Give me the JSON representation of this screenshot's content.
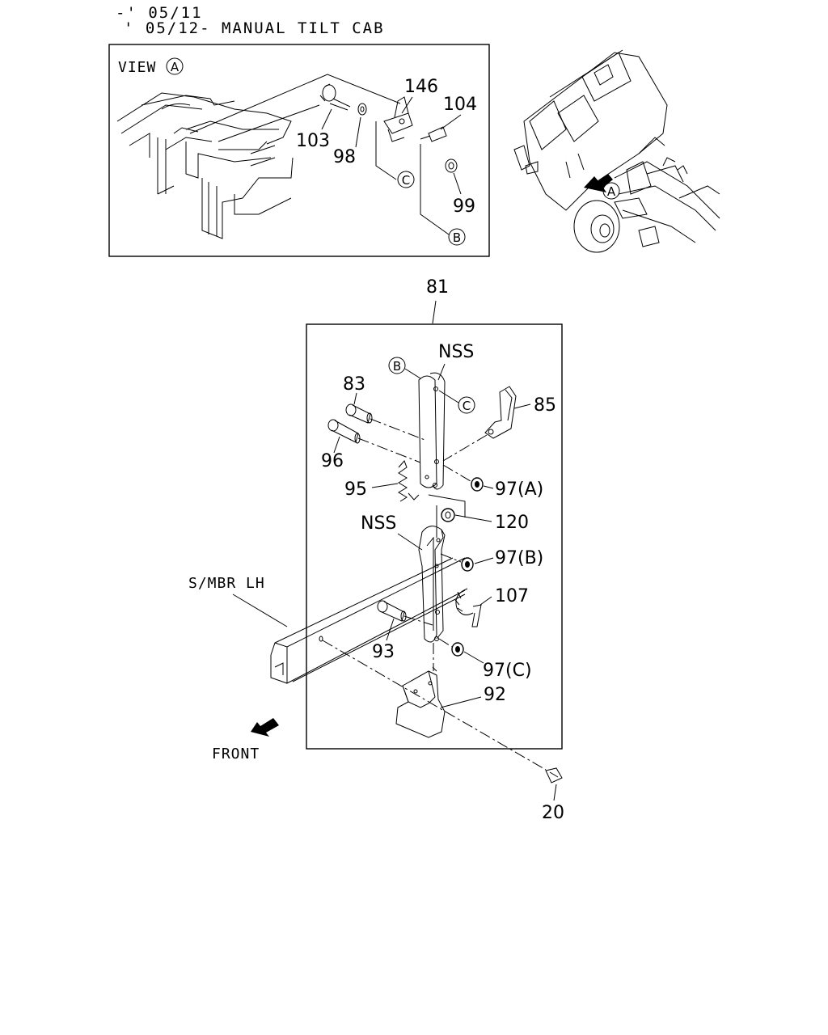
{
  "header": {
    "line1": "-' 05/11",
    "line2": "' 05/12- MANUAL TILT CAB"
  },
  "view_box": {
    "title": "VIEW",
    "title_mark": "A",
    "labels": {
      "p146": "146",
      "p104": "104",
      "p103": "103",
      "p98": "98",
      "p99": "99",
      "markC": "C",
      "markB": "B"
    }
  },
  "truck_inset": {
    "marker": "A"
  },
  "main": {
    "assembly_label": "81",
    "labels": {
      "nss_top": "NSS",
      "markB": "B",
      "markC": "C",
      "p83": "83",
      "p85": "85",
      "p96": "96",
      "p95": "95",
      "p97a": "97(A)",
      "p120": "120",
      "nss_mid": "NSS",
      "p97b": "97(B)",
      "p107": "107",
      "p93": "93",
      "p97c": "97(C)",
      "p92": "92"
    }
  },
  "outside": {
    "smbr": "S/MBR LH",
    "front": "FRONT",
    "p20": "20"
  }
}
